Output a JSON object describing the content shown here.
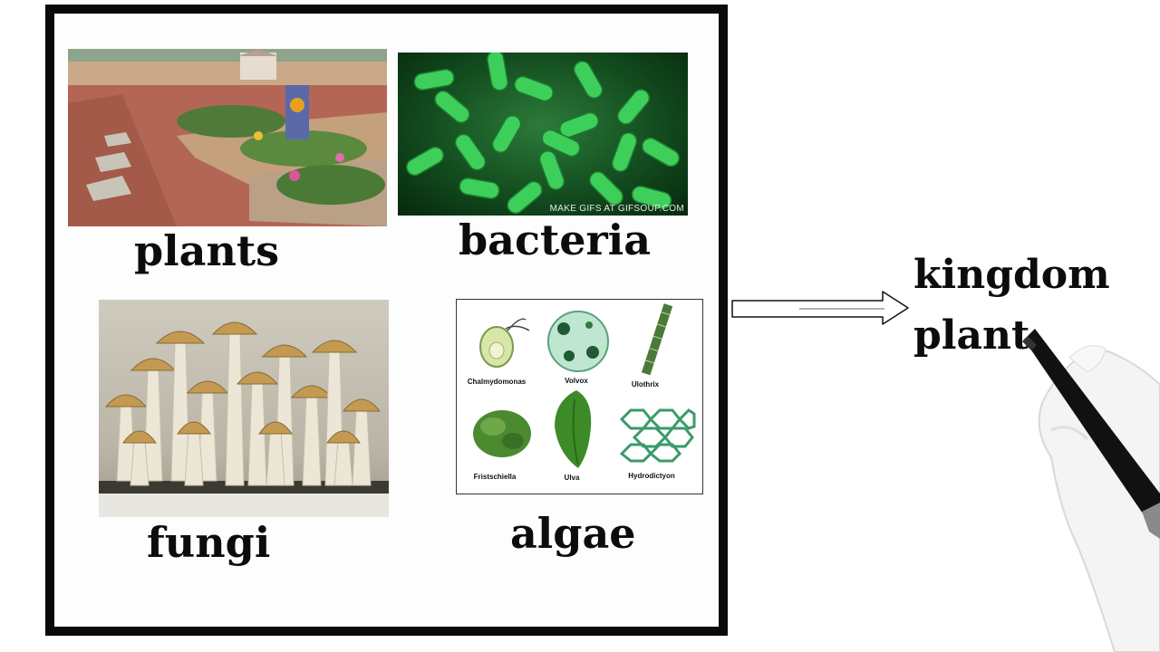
{
  "labels": {
    "plants": "plants",
    "bacteria": "bacteria",
    "fungi": "fungi",
    "algae": "algae"
  },
  "bacteria_caption": "MAKE GIFS AT GIFSOUP.COM",
  "algae_panel": {
    "items": [
      "Chalmydomonas",
      "Volvox",
      "Ulothrix",
      "Fristschiella",
      "Ulva",
      "Hydrodictyon"
    ]
  },
  "side_text": {
    "line1": "kingdom",
    "line2": "plant"
  },
  "colors": {
    "frame": "#0a0a0a",
    "bacteria_green": "#3ecf5a",
    "algae_green": "#3a9a3a"
  }
}
